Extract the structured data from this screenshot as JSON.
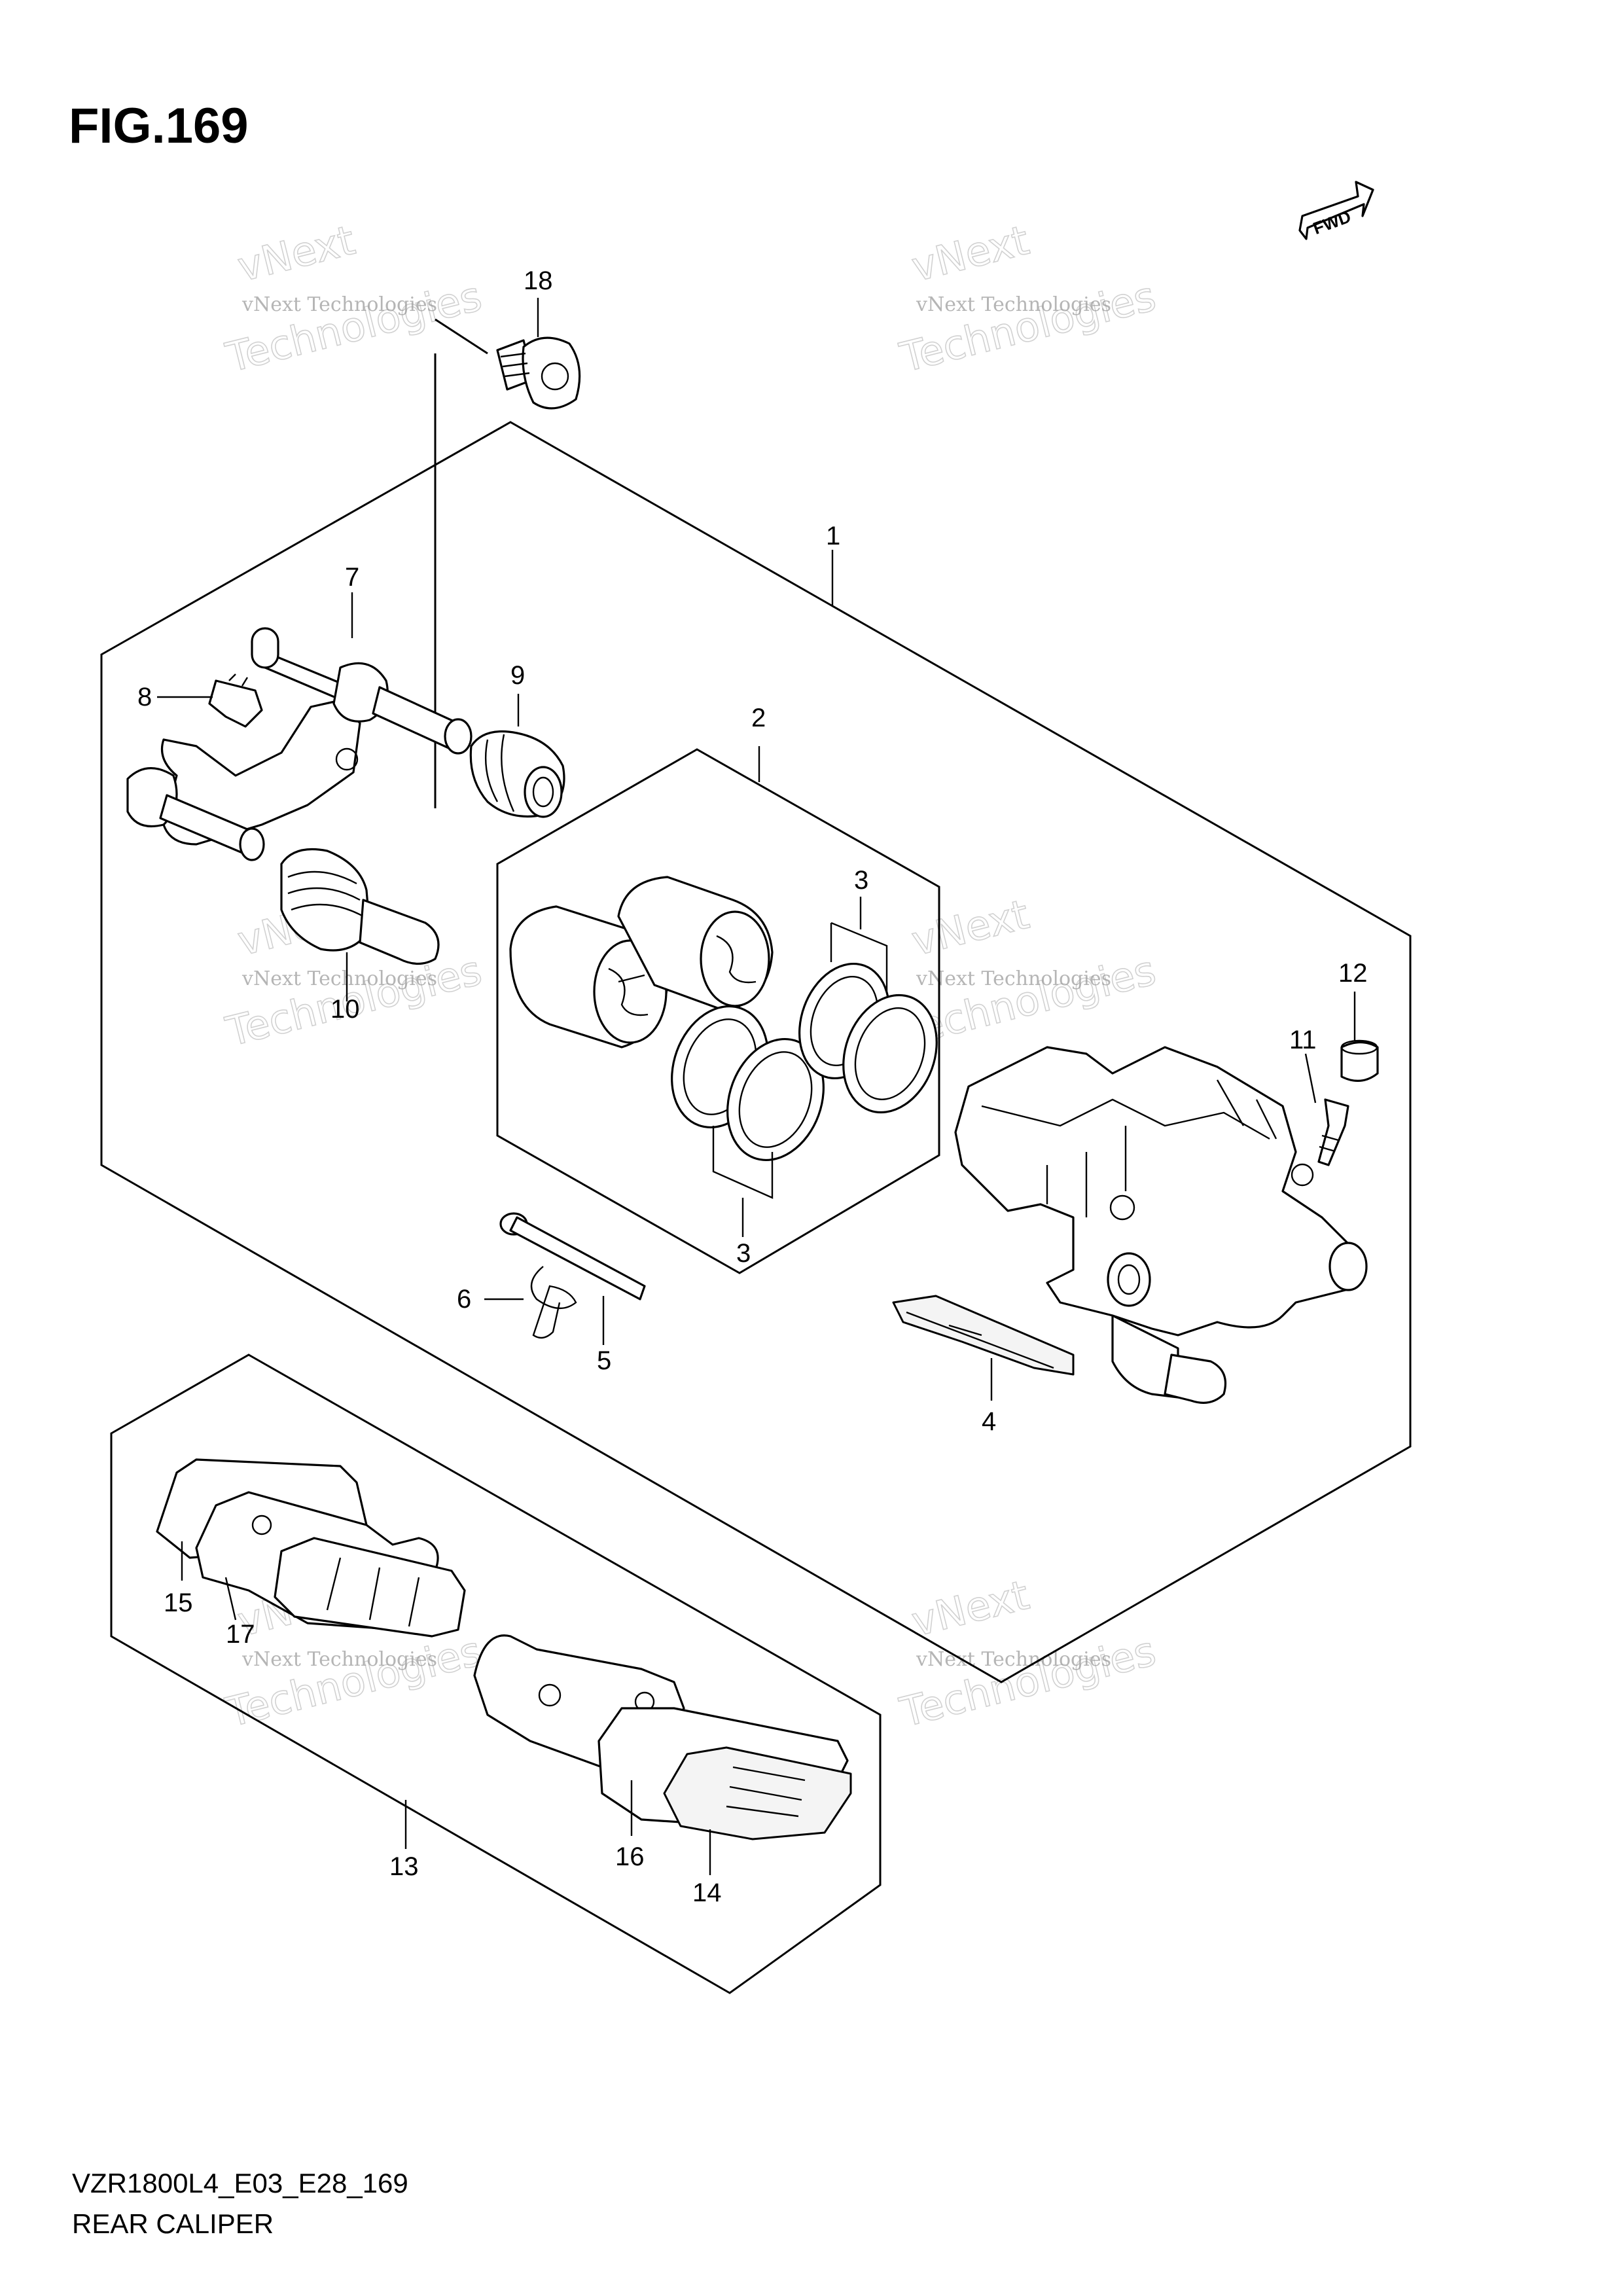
{
  "figure": {
    "title": "FIG.169",
    "code": "VZR1800L4_E03_E28_169",
    "name": "REAR CALIPER"
  },
  "fwd_label": "FWD",
  "watermark": {
    "line1": "vNext",
    "line2": "vNext Technologies",
    "line3": "Technologies"
  },
  "callouts": {
    "c1": "1",
    "c2": "2",
    "c3a": "3",
    "c3b": "3",
    "c4": "4",
    "c5": "5",
    "c6": "6",
    "c7": "7",
    "c8": "8",
    "c9": "9",
    "c10": "10",
    "c11": "11",
    "c12": "12",
    "c13": "13",
    "c14": "14",
    "c15": "15",
    "c16": "16",
    "c17": "17",
    "c18": "18"
  }
}
